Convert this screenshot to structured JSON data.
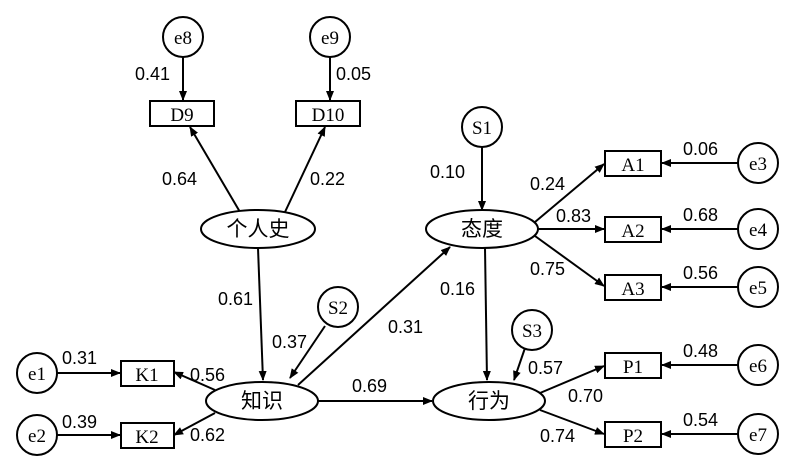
{
  "nodes": {
    "e8": "e8",
    "e9": "e9",
    "D9": "D9",
    "D10": "D10",
    "personal_history": "个人史",
    "S1": "S1",
    "attitude": "态度",
    "A1": "A1",
    "A2": "A2",
    "A3": "A3",
    "e3": "e3",
    "e4": "e4",
    "e5": "e5",
    "S2": "S2",
    "S3": "S3",
    "e1": "e1",
    "e2": "e2",
    "K1": "K1",
    "K2": "K2",
    "knowledge": "知识",
    "behavior": "行为",
    "P1": "P1",
    "P2": "P2",
    "e6": "e6",
    "e7": "e7"
  },
  "coefficients": {
    "e8_D9": "0.41",
    "e9_D10": "0.05",
    "hist_D9": "0.64",
    "hist_D10": "0.22",
    "S1_att": "0.10",
    "att_A1": "0.24",
    "att_A2": "0.83",
    "att_A3": "0.75",
    "e3_A1": "0.06",
    "e4_A2": "0.68",
    "e5_A3": "0.56",
    "hist_know": "0.61",
    "S2_know": "0.37",
    "know_att": "0.31",
    "att_beh": "0.16",
    "e1_K1": "0.31",
    "e2_K2": "0.39",
    "know_K1": "0.56",
    "know_K2": "0.62",
    "know_beh": "0.69",
    "S3_beh": "0.57",
    "beh_P1": "0.70",
    "beh_P2": "0.74",
    "e6_P1": "0.48",
    "e7_P2": "0.54"
  },
  "colors": {
    "stroke": "#000000",
    "background": "#ffffff"
  }
}
